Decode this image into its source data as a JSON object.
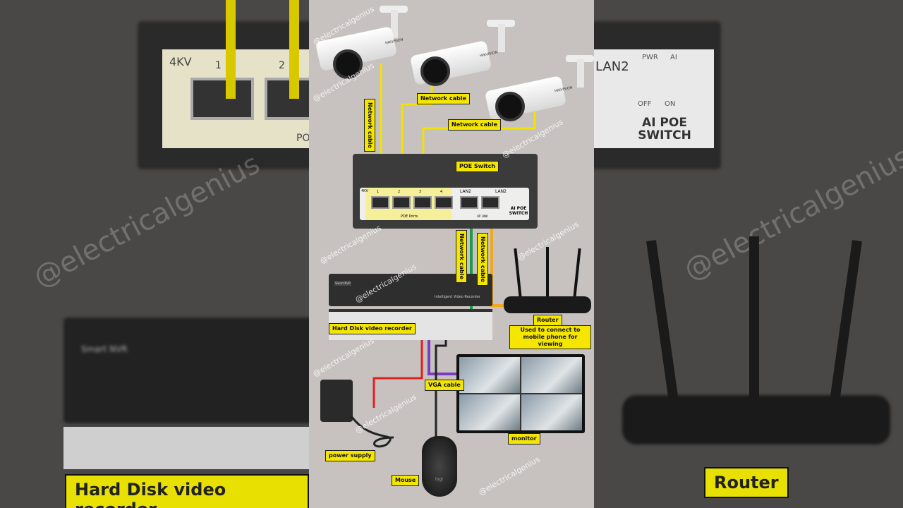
{
  "background": {
    "left": {
      "port_label": "4KV",
      "port_numbers": [
        "1",
        "2"
      ],
      "poe_text": "PO",
      "device_label": "Smart NVR",
      "title": "Hard Disk video recorder",
      "watermark": "@electricalgenius"
    },
    "right": {
      "lan_label": "LAN2",
      "pwr": "PWR",
      "ai": "AI",
      "off": "OFF",
      "on": "ON",
      "brand": "AI POE SWITCH",
      "title": "Router",
      "watermark": "@electricalgenius"
    }
  },
  "diagram": {
    "labels": {
      "cable_cam1": "Network cable",
      "cable_cam2": "Network cable",
      "cable_cam3": "Network cable",
      "poe_switch": "POE Switch",
      "cable_nvr": "Network cable",
      "cable_router": "Network cable",
      "nvr": "Hard Disk video recorder",
      "router": "Router",
      "router_note": "Used to connect to mobile phone for viewing",
      "vga": "VGA cable",
      "monitor": "monitor",
      "power": "power supply",
      "mouse": "Mouse"
    },
    "switch": {
      "kv": "4KV",
      "ports": [
        "1",
        "2",
        "3",
        "4"
      ],
      "lan_left": "LAN2",
      "lan_right": "LAN2",
      "poe_ports": "POE Ports",
      "uplink": "UP LINK",
      "brand": "AI POE SWITCH"
    },
    "nvr": {
      "badge": "Smart NVR",
      "front_text": "Intelligent Video Recorder"
    },
    "camera_brand": "HIKVISION",
    "mouse_brand": "logi",
    "watermark": "@electricalgenius",
    "cable_colors": {
      "network": "#f2e200",
      "nvr_link": "#1e9a4a",
      "router_link": "#f0a820",
      "power": "#e02020",
      "vga": "#7a3cc0",
      "usb": "#222222"
    }
  }
}
